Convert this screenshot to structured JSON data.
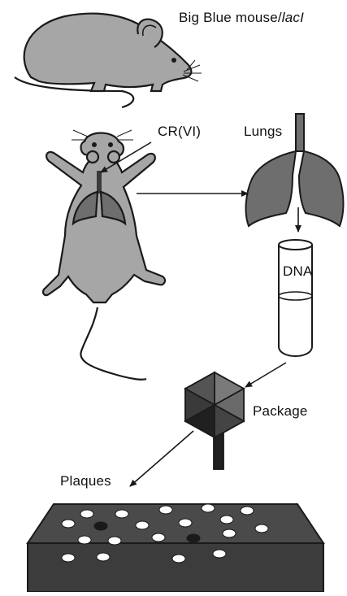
{
  "labels": {
    "mouse_title_main": "Big Blue mouse/",
    "mouse_title_gene": "lacI",
    "chemical": "CR(VI)",
    "lungs": "Lungs",
    "dna": "DNA",
    "package": "Package",
    "plaques": "Plaques"
  },
  "colors": {
    "mouse_fill": "#a6a6a6",
    "lung_fill": "#6e6e6e",
    "outline": "#1a1a1a",
    "dish_dark": "#3a3a3a",
    "phage_dark": "#1f1f1f",
    "plaque_white": "#ffffff",
    "plaque_dark": "#1a1a1a"
  },
  "plaques": {
    "total_shown": 20,
    "mutant_dark": 2
  }
}
